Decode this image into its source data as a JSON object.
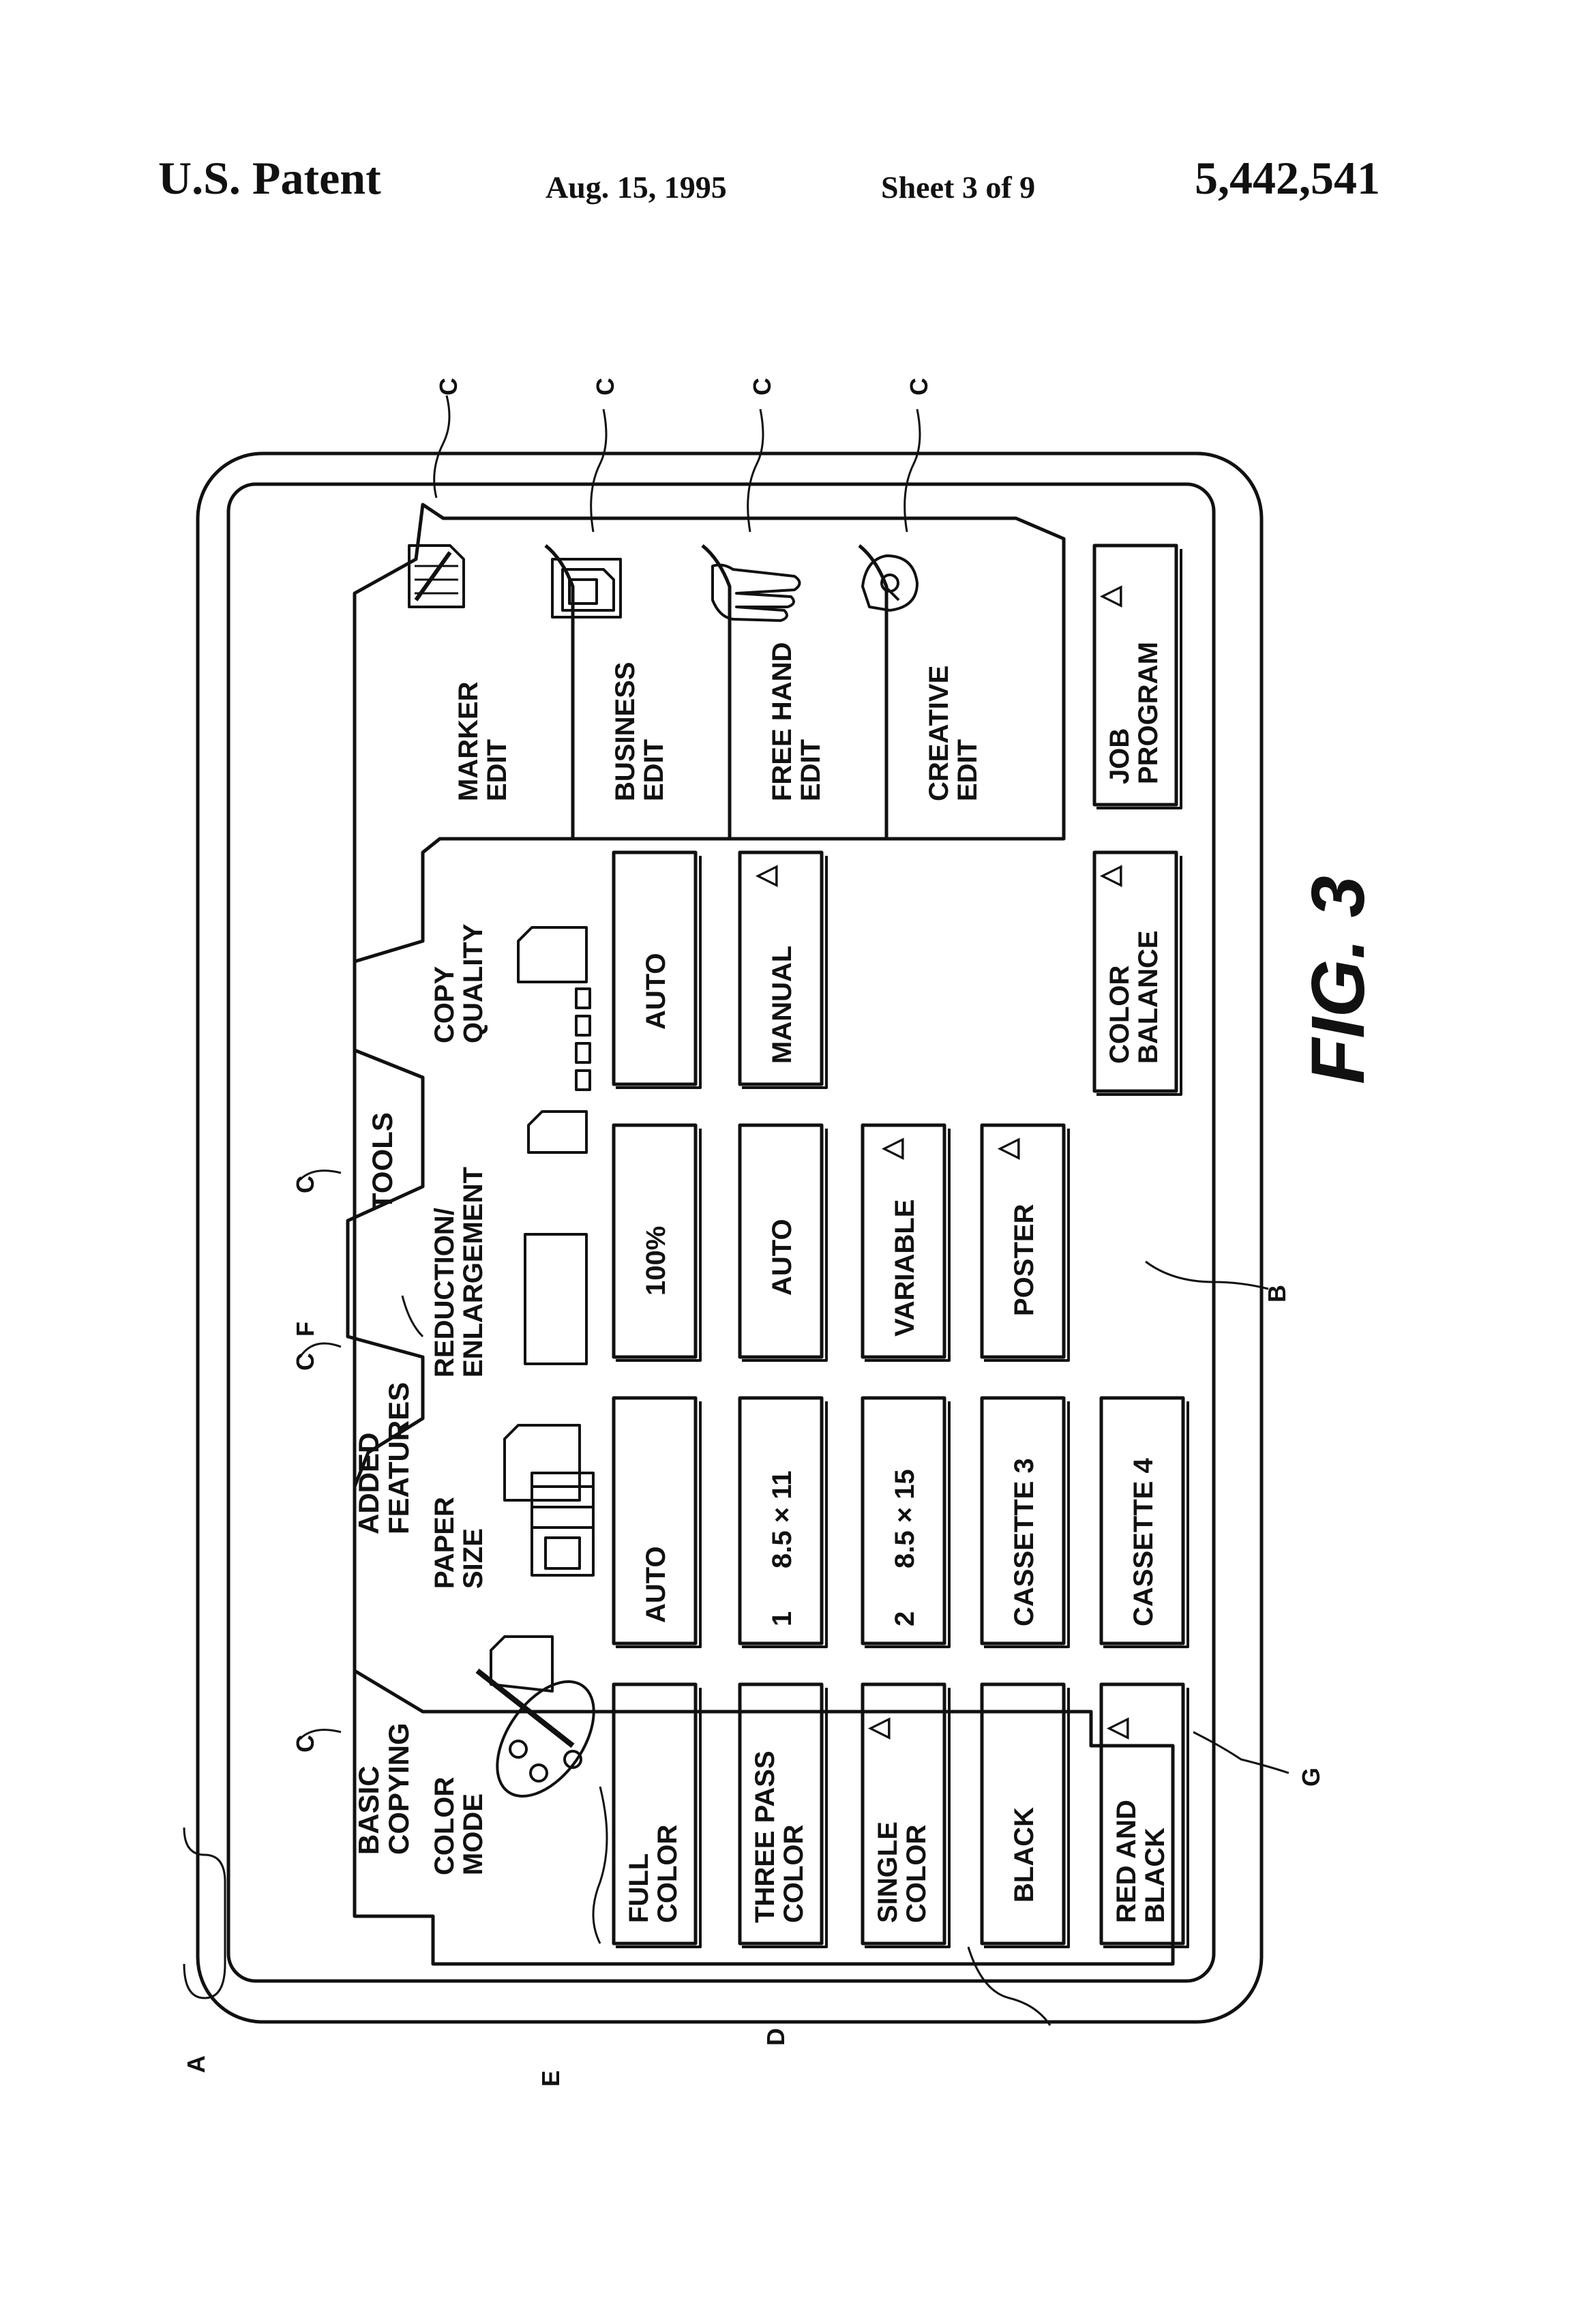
{
  "header": {
    "left": "U.S. Patent",
    "date": "Aug. 15, 1995",
    "sheet": "Sheet 3 of 9",
    "number": "5,442,541"
  },
  "figure_label": "FIG. 3",
  "tabs": {
    "basic_copying": [
      "BASIC",
      "COPYING"
    ],
    "added_features": [
      "ADDED",
      "FEATURES"
    ],
    "tools": "TOOLS"
  },
  "edit_tabs": {
    "marker": [
      "MARKER",
      "EDIT"
    ],
    "business": [
      "BUSINESS",
      "EDIT"
    ],
    "free_hand": [
      "FREE HAND",
      "EDIT"
    ],
    "creative": [
      "CREATIVE",
      "EDIT"
    ]
  },
  "sections": {
    "color_mode": [
      "COLOR",
      "MODE"
    ],
    "paper_size": [
      "PAPER",
      "SIZE"
    ],
    "reduction": [
      "REDUCTION/",
      "ENLARGEMENT"
    ],
    "copy_quality": [
      "COPY",
      "QUALITY"
    ]
  },
  "color_mode_buttons": {
    "full_color": [
      "FULL",
      "COLOR"
    ],
    "three_pass": [
      "THREE PASS",
      "COLOR"
    ],
    "single_color": [
      "SINGLE",
      "COLOR"
    ],
    "black": "BLACK",
    "red_and_black": [
      "RED AND",
      "BLACK"
    ]
  },
  "paper_size_buttons": {
    "auto": "AUTO",
    "tray1_num": "1",
    "tray1_size": "8.5 × 11",
    "tray2_num": "2",
    "tray2_size": "8.5 × 15",
    "cassette3": "CASSETTE 3",
    "cassette4": "CASSETTE 4"
  },
  "reduction_buttons": {
    "percent_100": "100%",
    "auto": "AUTO",
    "variable": "VARIABLE",
    "poster": "POSTER"
  },
  "quality_buttons": {
    "auto": "AUTO",
    "manual": "MANUAL"
  },
  "bottom_buttons": {
    "color_balance": [
      "COLOR",
      "BALANCE"
    ],
    "job_program": [
      "JOB",
      "PROGRAM"
    ]
  },
  "triangle_symbol": "△",
  "callouts": {
    "A": "A",
    "B": "B",
    "C": "C",
    "D": "D",
    "E": "E",
    "F": "F",
    "G": "G"
  }
}
